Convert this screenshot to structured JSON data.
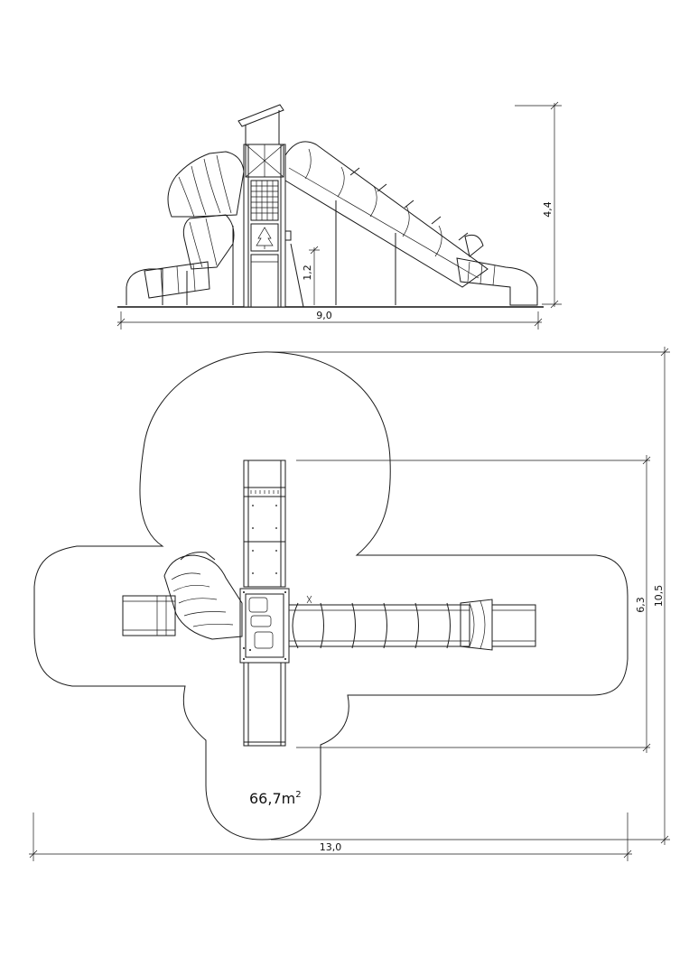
{
  "elevation": {
    "width_label": "9,0",
    "height_label": "4,4",
    "platform_label": "1,2"
  },
  "plan": {
    "width_label": "13,0",
    "depth_label": "10,5",
    "equipment_depth_label": "6,3",
    "area_value": "66,7m",
    "area_unit_exp": "2"
  }
}
